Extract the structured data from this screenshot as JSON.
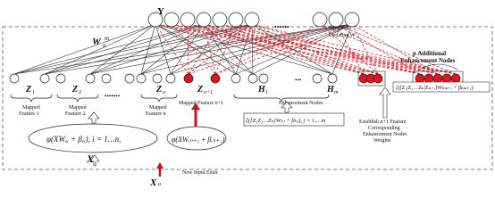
{
  "top_labels": {
    "Y": "Y",
    "W": "W",
    "W_sub": "n",
    "W_sup": "m",
    "dots": "••••••",
    "dynamic_1": "Dynamic",
    "dynamic_2": "Updating W"
  },
  "enhancement_extra": {
    "line1": "p Additional",
    "line2": "Enhancement Nodes",
    "formula": "ξ([Z₁|Z₂…Zₙ|Zₙ₊₁]Wₕₘ₊₁ + βₕₘ₊₁)"
  },
  "bottom_row": {
    "Z1": "Z",
    "Z1_sub": "1",
    "Z2": "Z",
    "Z2_sub": "2",
    "Zn": "Z",
    "Zn_sub": "n",
    "Zn1": "Z",
    "Zn1_sub": "n+1",
    "H1": "H",
    "H1_sub": "1",
    "Hm": "H",
    "Hm_sub": "m",
    "dots_short": "•••",
    "dots_long": "•••••••"
  },
  "feature_labels": {
    "f1_line1": "Mapped",
    "f1_line2": "Feature 1",
    "f2_line1": "Mapped",
    "f2_line2": "Feature 2",
    "fn_line1": "Mapped",
    "fn_line2": "Feature n",
    "fn1": "Mapped Feature n+1",
    "enh": "Enhancement Nodes",
    "establish_1": "Establish n+1 Feature",
    "establish_2": "Corresponding",
    "establish_3": "Enhancement Nodes",
    "establish_4": "Weights"
  },
  "formulas": {
    "phi_main": "φ(XWₑᵢ + βₑᵢ), i = 1…n,",
    "phi_new": "φ(XWₑₙ₊₁ + βₑₙ₊₁)",
    "xi_main": "ξ([Z₁Z₂…Zₙ]Wₕⱼ + βₕⱼ), j = 1,…m"
  },
  "inputs": {
    "X": "X",
    "Xa": "X",
    "Xa_sub": "a",
    "new_input": "New Input Enter"
  },
  "colors": {
    "red": "#e0141a",
    "line": "#333333",
    "dashed_red": "#e0141a"
  }
}
